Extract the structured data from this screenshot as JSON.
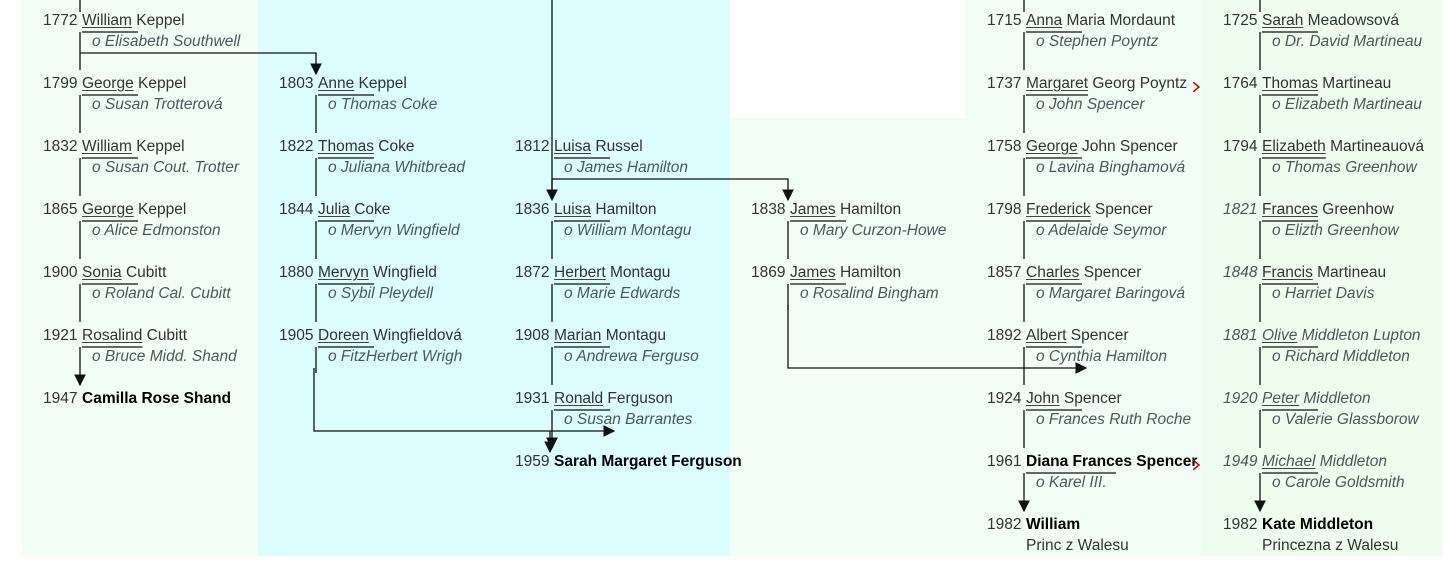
{
  "columns": [
    {
      "bg": "#f3fdf8",
      "persons": [
        {
          "year": "1772",
          "first": "William",
          "rest": " Keppel",
          "spouse": "o Elisabeth Southwell"
        },
        {
          "year": "1799",
          "first": "George",
          "rest": " Keppel",
          "spouse": "o Susan Trotterová"
        },
        {
          "year": "1832",
          "first": "William",
          "rest": " Keppel",
          "spouse": "o Susan Cout. Trotter"
        },
        {
          "year": "1865",
          "first": "George",
          "rest": " Keppel",
          "spouse": "o Alice Edmonston"
        },
        {
          "year": "1900",
          "first": "Sonia",
          "rest": " Cubitt",
          "spouse": "o Roland Cal. Cubitt"
        },
        {
          "year": "1921",
          "first": "Rosalind",
          "rest": " Cubitt",
          "spouse": "o Bruce Midd. Shand"
        },
        {
          "year": "1947",
          "first": "Camilla Rose Shand",
          "rest": "",
          "bold": true
        }
      ]
    },
    {
      "bg": "#dcfdfd",
      "persons": [
        {
          "year": "1803",
          "first": "Anne",
          "rest": " Keppel",
          "spouse": "o Thomas Coke"
        },
        {
          "year": "1822",
          "first": "Thomas",
          "rest": " Coke",
          "spouse": "o Juliana Whitbread"
        },
        {
          "year": "1844",
          "first": "Julia",
          "rest": " Coke",
          "spouse": "o Mervyn Wingfield"
        },
        {
          "year": "1880",
          "first": "Mervyn",
          "rest": " Wingfield",
          "spouse": "o Sybil Pleydell"
        },
        {
          "year": "1905",
          "first": "Doreen",
          "rest": " Wingfieldová",
          "spouse": "o FitzHerbert Wrigh"
        }
      ]
    },
    {
      "bg": "#dcfdfd",
      "persons": [
        {
          "year": "1812",
          "first": "Luisa",
          "rest": " Russel",
          "spouse": "o James Hamilton"
        },
        {
          "year": "1836",
          "first": "Luisa",
          "rest": " Hamilton",
          "spouse": "o William Montagu"
        },
        {
          "year": "1872",
          "first": "Herbert",
          "rest": " Montagu",
          "spouse": "o Marie Edwards"
        },
        {
          "year": "1908",
          "first": "Marian",
          "rest": " Montagu",
          "spouse": "o Andrewa Ferguso"
        },
        {
          "year": "1931",
          "first": "Ronald",
          "rest": " Ferguson",
          "spouse": "o Susan Barrantes"
        },
        {
          "year": "1959",
          "first": "Sarah Margaret Ferguson",
          "rest": "",
          "bold": true
        }
      ]
    },
    {
      "bg": "#f3fdf8",
      "persons": [
        {
          "year": "1838",
          "first": "James",
          "rest": " Hamilton",
          "spouse": "o Mary Curzon-Howe"
        },
        {
          "year": "1869",
          "first": "James",
          "rest": " Hamilton",
          "spouse": "o Rosalind Bingham"
        }
      ]
    },
    {
      "bg": "#f3fdf8",
      "persons": [
        {
          "year": "1715",
          "first": "Anna",
          "rest": " Maria Mordaunt",
          "spouse": "o Stephen Poyntz"
        },
        {
          "year": "1737",
          "first": "Margaret",
          "rest": " Georg Poyntz",
          "spouse": "o John Spencer",
          "trunc": true
        },
        {
          "year": "1758",
          "first": "George",
          "rest": " John Spencer",
          "spouse": "o Lavina Binghamová"
        },
        {
          "year": "1798",
          "first": "Frederick",
          "rest": " Spencer",
          "spouse": "o Adelaide Seymor"
        },
        {
          "year": "1857",
          "first": "Charles",
          "rest": " Spencer",
          "spouse": "o Margaret Baringová"
        },
        {
          "year": "1892",
          "first": "Albert",
          "rest": " Spencer",
          "spouse": "o Cynthia Hamilton"
        },
        {
          "year": "1924",
          "first": "John",
          "rest": " Spencer",
          "spouse": "o Frances Ruth Roche"
        },
        {
          "year": "1961",
          "first": "Diana Frances Spencer",
          "rest": "",
          "bold": true,
          "spouse": "o Karel III.",
          "trunc": true
        },
        {
          "year": "1982",
          "first": "William",
          "rest": "",
          "bold": true,
          "title": "Princ z Walesu"
        }
      ]
    },
    {
      "bg": "#eefdee",
      "persons": [
        {
          "year": "1725",
          "first": "Sarah",
          "rest": " Meadowsová",
          "spouse": "o Dr. David Martineau"
        },
        {
          "year": "1764",
          "first": "Thomas",
          "rest": " Martineau",
          "spouse": "o Elizabeth Martineau"
        },
        {
          "year": "1794",
          "first": "Elizabeth",
          "rest": " Martineauová",
          "spouse": "o Thomas Greenhow"
        },
        {
          "year": "1821",
          "first": "Frances",
          "rest": " Greenhow",
          "spouse": "o Elizth Greenhow",
          "italicYear": true
        },
        {
          "year": "1848",
          "first": "Francis",
          "rest": " Martineau",
          "spouse": "o Harriet Davis",
          "italicYear": true
        },
        {
          "year": "1881",
          "first": "Olive",
          "rest": " Middleton Lupton",
          "spouse": "o Richard Middleton",
          "italicYear": true,
          "italicName": true
        },
        {
          "year": "1920",
          "first": "Peter",
          "rest": " Middleton",
          "spouse": "o Valerie Glassborow",
          "italicYear": true,
          "italicName": true
        },
        {
          "year": "1949",
          "first": "Michael",
          "rest": " Middleton",
          "spouse": "o Carole Goldsmith",
          "italicYear": true,
          "italicName": true
        },
        {
          "year": "1982",
          "first": "Kate Middleton",
          "rest": "",
          "bold": true,
          "title": "Princezna z Walesu"
        }
      ]
    }
  ],
  "colors": {
    "line": "#111111",
    "year": "#333333",
    "spouse": "#4a5a5a",
    "trunc": "#cc0000"
  }
}
